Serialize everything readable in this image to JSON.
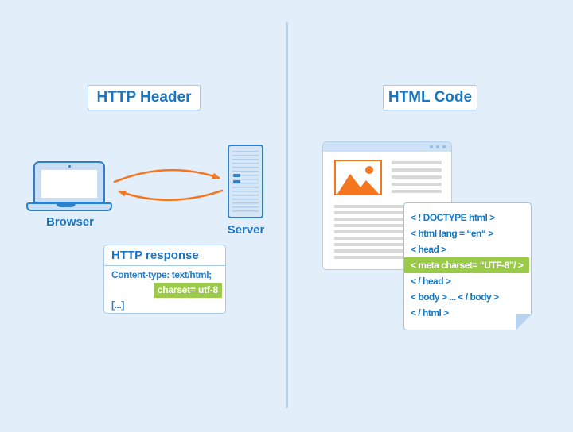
{
  "colors": {
    "background": "#e3eefb",
    "accent_blue": "#1b76c1",
    "device_blue": "#2e80ca",
    "orange": "#f4771f",
    "highlight_green": "#9bc94a",
    "divider_blue": "#b5d3ee"
  },
  "left_panel": {
    "title": "HTTP Header",
    "browser_label": "Browser",
    "server_label": "Server",
    "response_box": {
      "title": "HTTP response",
      "content_type_line": "Content-type: text/html;",
      "charset_highlight": "charset= utf-8",
      "ellipsis_line": "[...]"
    }
  },
  "right_panel": {
    "title": "HTML Code",
    "code_note": {
      "lines": [
        {
          "text": "< ! DOCTYPE html >",
          "highlighted": false
        },
        {
          "text": "< html lang = “en“ >",
          "highlighted": false
        },
        {
          "text": "< head >",
          "highlighted": false
        },
        {
          "text": "< meta charset= “UTF-8”/ >",
          "highlighted": true
        },
        {
          "text": "< / head >",
          "highlighted": false
        },
        {
          "text": "< body > ... < / body >",
          "highlighted": false
        },
        {
          "text": "< / html >",
          "highlighted": false
        }
      ]
    }
  }
}
